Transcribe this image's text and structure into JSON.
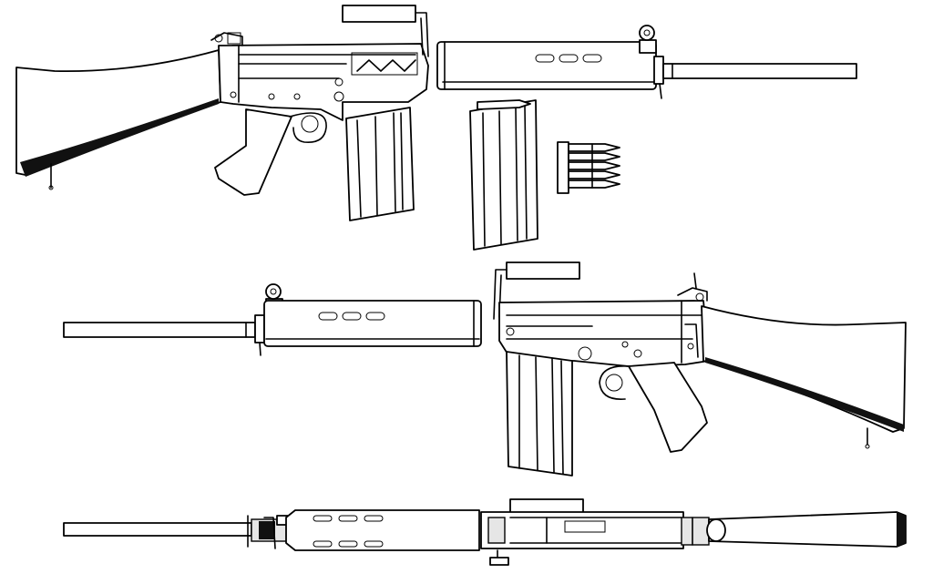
{
  "figure": {
    "views": [
      {
        "id": "view-left-side",
        "parts": [
          "stock",
          "pistol-grip",
          "receiver",
          "magazine",
          "carry-handle",
          "handguard",
          "front-sight",
          "barrel"
        ]
      },
      {
        "id": "view-detached-parts",
        "parts": [
          "magazine",
          "cartridges"
        ]
      },
      {
        "id": "view-right-side",
        "parts": [
          "barrel",
          "front-sight",
          "handguard",
          "receiver",
          "carry-handle",
          "magazine",
          "pistol-grip",
          "stock"
        ]
      },
      {
        "id": "view-top",
        "parts": [
          "barrel",
          "front-sight",
          "handguard",
          "carry-handle",
          "receiver",
          "stock"
        ]
      }
    ],
    "cartridge_count": 5,
    "colors": {
      "line": "#000000",
      "fill": "#ffffff",
      "shade": "#111111"
    }
  }
}
